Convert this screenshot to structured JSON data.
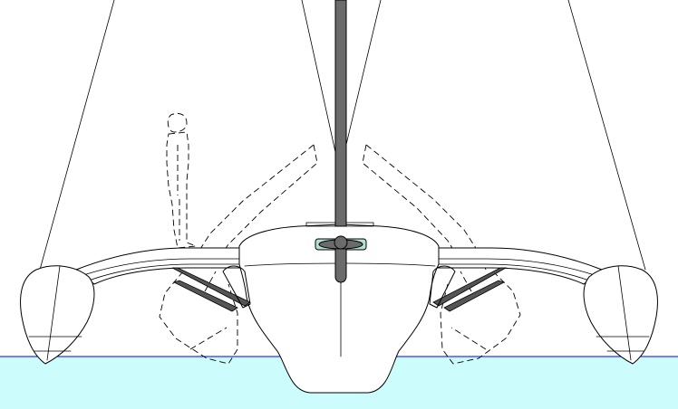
{
  "colors": {
    "water_fill": "#cdfcfc",
    "waterline": "#0000ff",
    "mast": "#6b6b6b",
    "strut": "#555555",
    "hatch": "#b4ded8"
  },
  "icons": {
    "mast": "vertical-bar",
    "figure": "dashed-person-outline",
    "floats": "trimaran-amas"
  }
}
